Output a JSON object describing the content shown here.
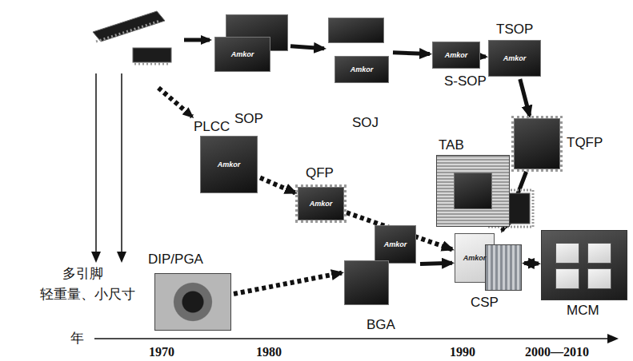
{
  "diagram": {
    "nodes": [
      {
        "text": [
          "SOP",
          "Amkor"
        ]
      },
      {
        "text": [
          "SOJ",
          "Amkor"
        ]
      },
      {
        "text": [
          "S-SOP",
          "Amkor"
        ]
      },
      {
        "text": [
          "TSOP",
          "Amkor"
        ]
      },
      {
        "text": [
          "TQFP"
        ]
      },
      {
        "text": [
          "PLCC",
          "Amkor"
        ]
      },
      {
        "text": [
          "QFP",
          "Amkor"
        ]
      },
      {
        "text": [
          "TAB"
        ]
      },
      {
        "text": [
          "DIP/PGA"
        ]
      },
      {
        "text": [
          "BGA",
          "Amkor"
        ]
      },
      {
        "text": [
          "CSP",
          "Amkor"
        ]
      },
      {
        "text": [
          "MCM"
        ]
      }
    ],
    "edges": [
      {
        "from": 0,
        "to": 1,
        "arrow": "to"
      },
      {
        "from": 1,
        "to": 2,
        "arrow": "to"
      },
      {
        "from": 2,
        "to": 3,
        "arrow": "to"
      },
      {
        "from": 3,
        "to": 4,
        "arrow": "to"
      },
      {
        "from": 5,
        "to": 6,
        "arrow": "to"
      },
      {
        "from": 6,
        "to": 10,
        "arrow": "to"
      },
      {
        "from": 8,
        "to": 9,
        "arrow": "to"
      },
      {
        "from": 9,
        "to": 10,
        "arrow": "to"
      },
      {
        "from": 4,
        "to": 10,
        "arrow": "to"
      },
      {
        "from": 10,
        "to": 11,
        "arrow": "both"
      }
    ],
    "labels": [
      "多引脚",
      "轻重量、小尺寸",
      "年",
      "1970",
      "1980",
      "1990",
      "2000—2010"
    ]
  }
}
